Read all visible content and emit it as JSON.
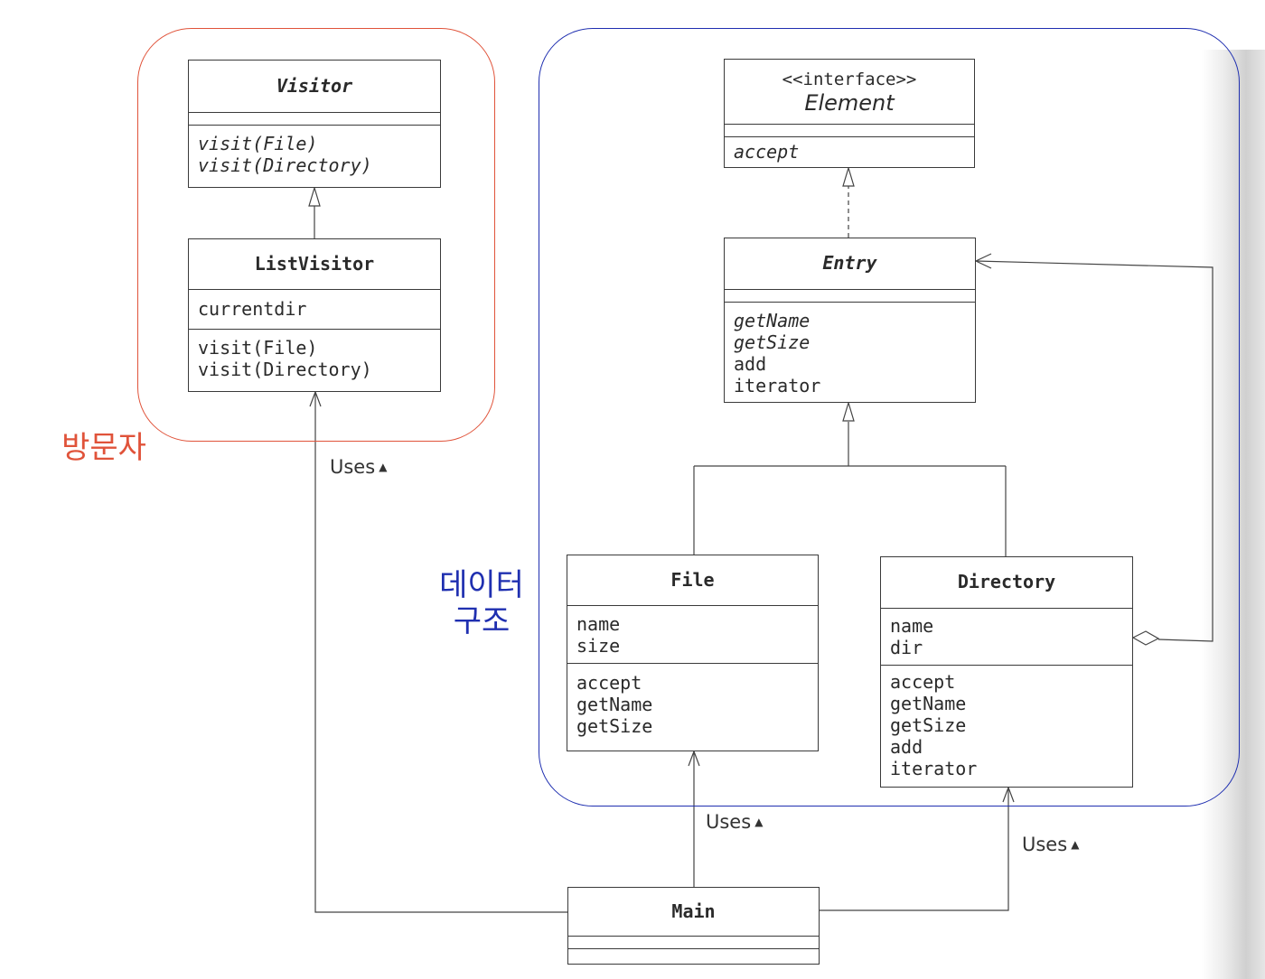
{
  "groups": {
    "visitor_label": "방문자",
    "data_label": "데이터\n구조"
  },
  "classes": {
    "visitor": {
      "name": "Visitor",
      "methods": [
        "visit(File)",
        "visit(Directory)"
      ]
    },
    "list_visitor": {
      "name": "ListVisitor",
      "fields": [
        "currentdir"
      ],
      "methods": [
        "visit(File)",
        "visit(Directory)"
      ]
    },
    "element": {
      "stereotype": "<<interface>>",
      "name": "Element",
      "methods": [
        "accept"
      ]
    },
    "entry": {
      "name": "Entry",
      "methods": [
        "getName",
        "getSize",
        "add",
        "iterator"
      ]
    },
    "file": {
      "name": "File",
      "fields": [
        "name",
        "size"
      ],
      "methods": [
        "accept",
        "getName",
        "getSize"
      ]
    },
    "directory": {
      "name": "Directory",
      "fields": [
        "name",
        "dir"
      ],
      "methods": [
        "accept",
        "getName",
        "getSize",
        "add",
        "iterator"
      ]
    },
    "main": {
      "name": "Main"
    }
  },
  "relations": {
    "uses_label": "Uses",
    "uses_marker": "▲"
  },
  "colors": {
    "visitor_group": "#e0533a",
    "data_group": "#1f2fb0",
    "line": "#3a3a3a"
  }
}
